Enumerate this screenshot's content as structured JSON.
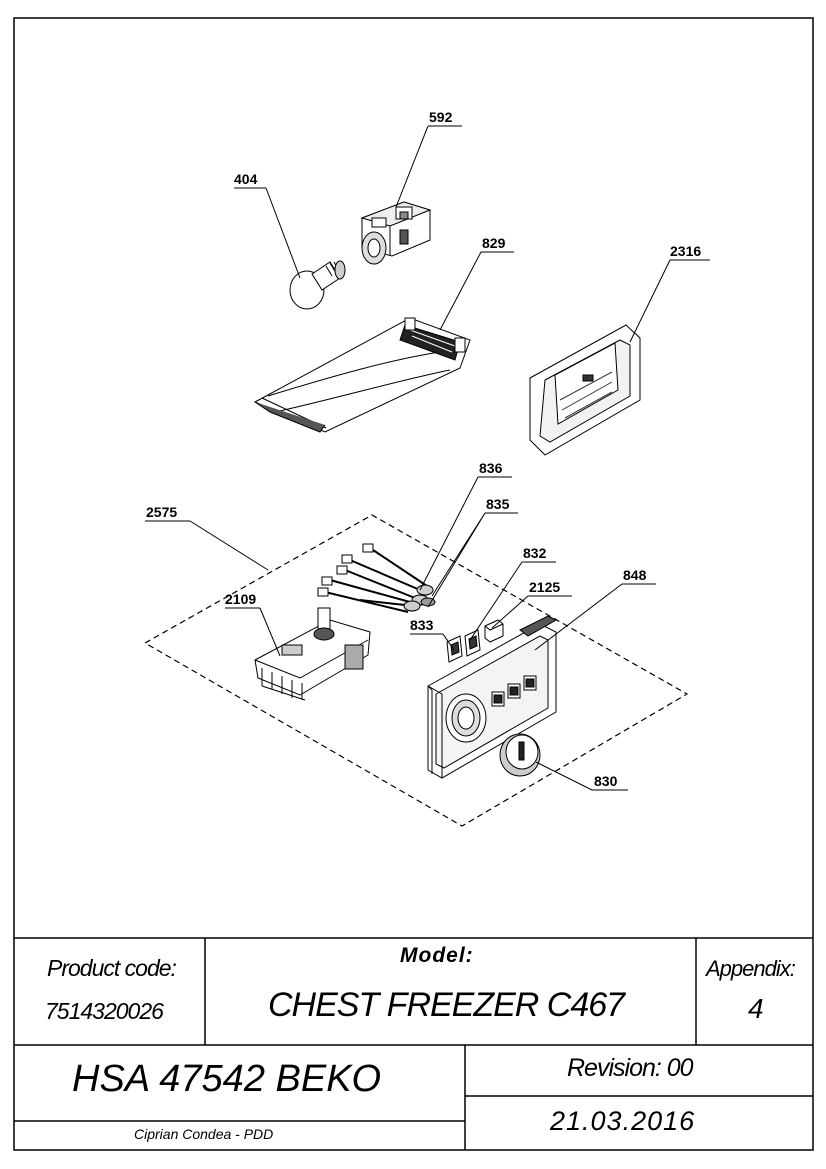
{
  "callouts": {
    "c592": "592",
    "c404": "404",
    "c829": "829",
    "c2316": "2316",
    "c836": "836",
    "c835": "835",
    "c2575": "2575",
    "c832": "832",
    "c848": "848",
    "c2109": "2109",
    "c2125": "2125",
    "c833": "833",
    "c830": "830"
  },
  "title_block": {
    "product_code_label": "Product code:",
    "product_code_value": "7514320026",
    "model_label": "Model:",
    "model_value": "CHEST FREEZER C467",
    "appendix_label": "Appendix:",
    "appendix_value": "4",
    "part_name": "HSA 47542 BEKO",
    "revision": "Revision: 00",
    "author": "Ciprian Condea - PDD",
    "date": "21.03.2016"
  }
}
